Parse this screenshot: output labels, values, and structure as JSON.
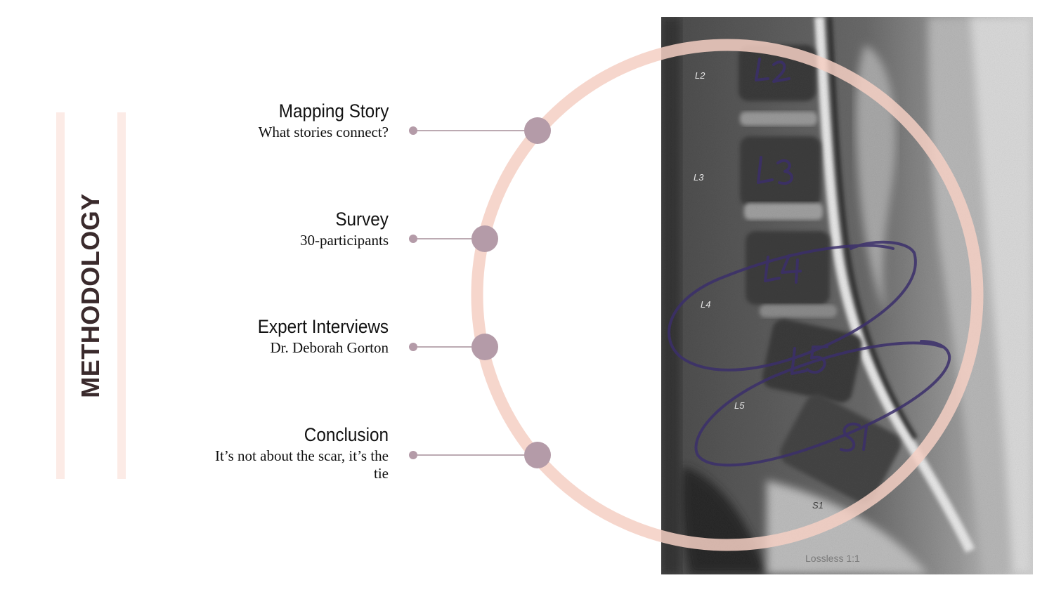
{
  "slide": {
    "vertical_title": "METHODOLOGY",
    "steps": [
      {
        "title": "Mapping Story",
        "subtitle": "What stories connect?"
      },
      {
        "title": "Survey",
        "subtitle": "30-participants"
      },
      {
        "title": "Expert Interviews",
        "subtitle": "Dr. Deborah Gorton"
      },
      {
        "title": "Conclusion",
        "subtitle": "It’s not about the scar, it’s the tie"
      }
    ],
    "image": {
      "vertebra_labels": [
        "L2",
        "L3",
        "L4",
        "L5",
        "S1"
      ],
      "footer_text": "Lossless 1:1"
    }
  },
  "colors": {
    "ring": "#f4cfc3",
    "accent_bars": "#fcebe6",
    "node": "#b49ba8",
    "connector": "#a58d99",
    "title_text": "#3a2a2c",
    "marker_ink": "#3b2f6b"
  }
}
